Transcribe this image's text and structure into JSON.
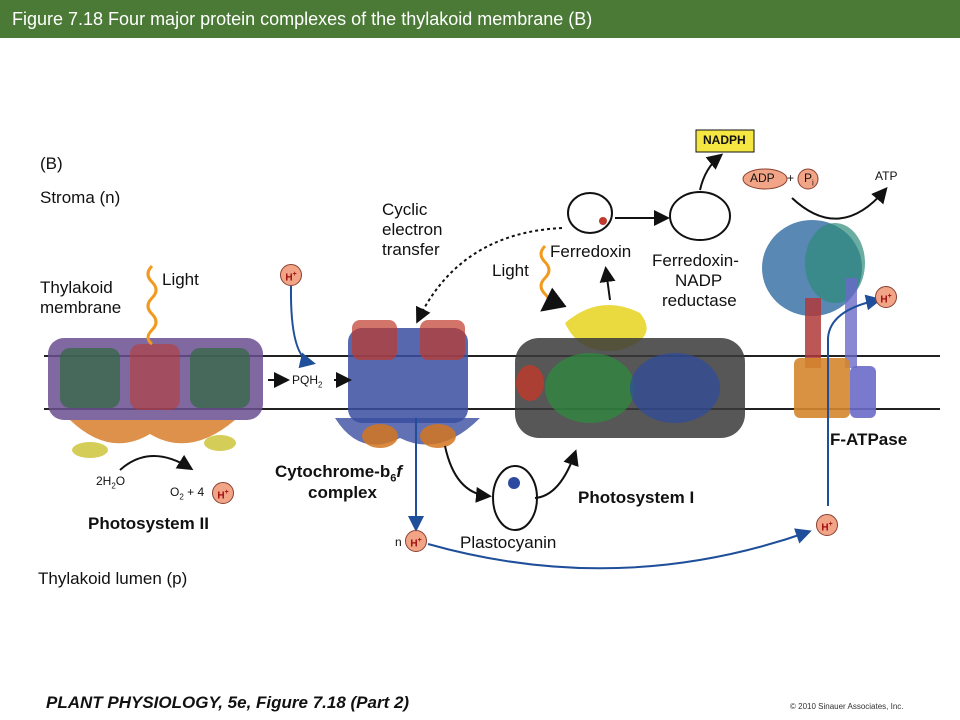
{
  "header": {
    "title": "Figure 7.18  Four major protein complexes of the thylakoid membrane (B)"
  },
  "panel": "(B)",
  "regions": {
    "stroma": "Stroma (n)",
    "membrane_line1": "Thylakoid",
    "membrane_line2": "membrane",
    "lumen": "Thylakoid lumen (p)"
  },
  "complexes": {
    "psii": "Photosystem II",
    "cytb6f_line1": "Cytochrome-b",
    "cytb6f_sub": "6",
    "cytb6f_f": "f",
    "cytb6f_line2": "complex",
    "psi": "Photosystem I",
    "atpase": "F-ATPase"
  },
  "carriers": {
    "plastocyanin": "Plastocyanin",
    "ferredoxin": "Ferredoxin",
    "fnr_line1": "Ferredoxin-",
    "fnr_line2": "NADP",
    "fnr_line3": "reductase",
    "pqh2": "PQH",
    "pqh2_sub": "2"
  },
  "labels": {
    "light_psii": "Light",
    "light_psi": "Light",
    "cyclic_line1": "Cyclic",
    "cyclic_line2": "electron",
    "cyclic_line3": "transfer",
    "nadph": "NADPH",
    "adp": "ADP",
    "plus": "+",
    "pi": "P",
    "pi_sub": "i",
    "atp": "ATP",
    "water": "2H",
    "water_sub": "2",
    "water_o": "O",
    "o2": "O",
    "o2_sub": "2",
    "o2_rest": "+ 4",
    "n_prefix": "n",
    "hplus": "H",
    "hplus_sup": "+"
  },
  "footer": {
    "source": "PLANT PHYSIOLOGY, 5e, Figure 7.18 (Part 2)",
    "copyright": "© 2010 Sinauer Associates, Inc."
  },
  "colors": {
    "title_bar": "#4a7a36",
    "hplus_fill": "#f2a487",
    "nadph_fill": "#f5e642",
    "membrane_line": "#222222",
    "arrow_blue": "#1f4f9a",
    "light_wave": "#f29a1e"
  }
}
